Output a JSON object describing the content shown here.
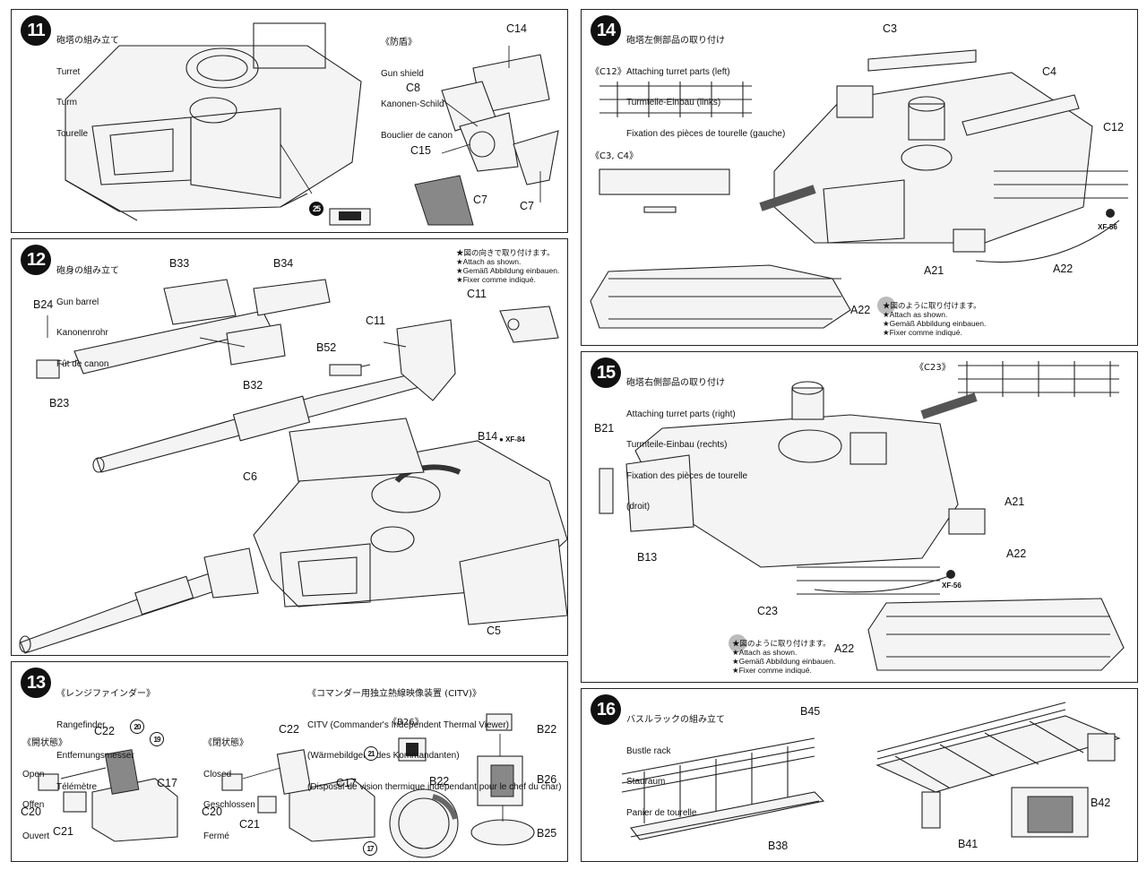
{
  "steps": {
    "s11": {
      "num": "11",
      "jp": "砲塔の組み立て",
      "en": "Turret",
      "de": "Turm",
      "fr": "Tourelle",
      "shield_title": "《防盾》",
      "shield_en": "Gun shield",
      "shield_de": "Kanonen-Schild",
      "shield_fr": "Bouclier de canon",
      "ref": "25",
      "labels": {
        "c14": "C14",
        "c8": "C8",
        "c15": "C15",
        "c7a": "C7",
        "c7b": "C7"
      }
    },
    "s12": {
      "num": "12",
      "jp": "砲身の組み立て",
      "en": "Gun barrel",
      "de": "Kanonenrohr",
      "fr": "Fût de canon",
      "note": "★図の向きで取り付けます。\n★Attach as shown.\n★Gemäß Abbildung einbauen.\n★Fixer comme indiqué.",
      "paint": "XF-84",
      "labels": {
        "b33": "B33",
        "b34": "B34",
        "b24": "B24",
        "b23": "B23",
        "b32": "B32",
        "c11a": "C11",
        "c11b": "C11",
        "b52": "B52",
        "b14": "B14",
        "c6": "C6",
        "c5": "C5"
      }
    },
    "s13": {
      "num": "13",
      "jp": "《レンジファインダー》",
      "en": "Rangefinder",
      "de": "Entfernungsmesser",
      "fr": "Télémètre",
      "citv_jp": "《コマンダー用独立熱線映像装置 (CITV)》",
      "citv_en": "CITV (Commander's Independent Thermal Viewer)",
      "citv_de": "(Wärmebildgerät des Kommandanten)",
      "citv_fr": "(Dispostif de vision thermique indépendant pour le chef du char)",
      "open_title": "《開状態》",
      "open_en": "Open",
      "open_de": "Offen",
      "open_fr": "Ouvert",
      "closed_title": "《閉状態》",
      "closed_en": "Closed",
      "closed_de": "Geschlossen",
      "closed_fr": "Fermé",
      "b26_title": "《B26》",
      "refs": {
        "r20": "20",
        "r19": "19",
        "r21": "21",
        "r17": "17"
      },
      "labels": {
        "c22a": "C22",
        "c20a": "C20",
        "c21a": "C21",
        "c17a": "C17",
        "c22b": "C22",
        "c20b": "C20",
        "c21b": "C21",
        "c17b": "C17",
        "b22a": "B22",
        "b22b": "B22",
        "b26": "B26",
        "b25": "B25"
      }
    },
    "s14": {
      "num": "14",
      "jp": "砲塔左側部品の取り付け",
      "en": "Attaching turret parts (left)",
      "de": "Turmteile-Einbau (links)",
      "fr": "Fixation des pièces de tourelle (gauche)",
      "sub_c12": "《C12》",
      "sub_c3c4": "《C3, C4》",
      "note": "★図のように取り付けます。\n★Attach as shown.\n★Gemäß Abbildung einbauen.\n★Fixer comme indiqué.",
      "paint": "XF-56",
      "labels": {
        "c3": "C3",
        "c4": "C4",
        "c12": "C12",
        "a21": "A21",
        "a22a": "A22",
        "a22b": "A22"
      }
    },
    "s15": {
      "num": "15",
      "jp": "砲塔右側部品の取り付け",
      "en": "Attaching turret parts (right)",
      "de": "Turmteile-Einbau (rechts)",
      "fr": "Fixation des pièces de tourelle",
      "fr2": "(droit)",
      "sub_c23": "《C23》",
      "note": "★図のように取り付けます。\n★Attach as shown.\n★Gemäß Abbildung einbauen.\n★Fixer comme indiqué.",
      "paint": "XF-56",
      "labels": {
        "b21": "B21",
        "b13": "B13",
        "a21": "A21",
        "a22a": "A22",
        "a22b": "A22",
        "c23": "C23"
      }
    },
    "s16": {
      "num": "16",
      "jp": "バスルラックの組み立て",
      "en": "Bustle rack",
      "de": "Stauraum",
      "fr": "Panier de tourelle",
      "labels": {
        "b45": "B45",
        "b38": "B38",
        "b41": "B41",
        "b42": "B42"
      }
    }
  },
  "colors": {
    "ink": "#222222",
    "paper": "#ffffff",
    "shade": "#888888"
  }
}
